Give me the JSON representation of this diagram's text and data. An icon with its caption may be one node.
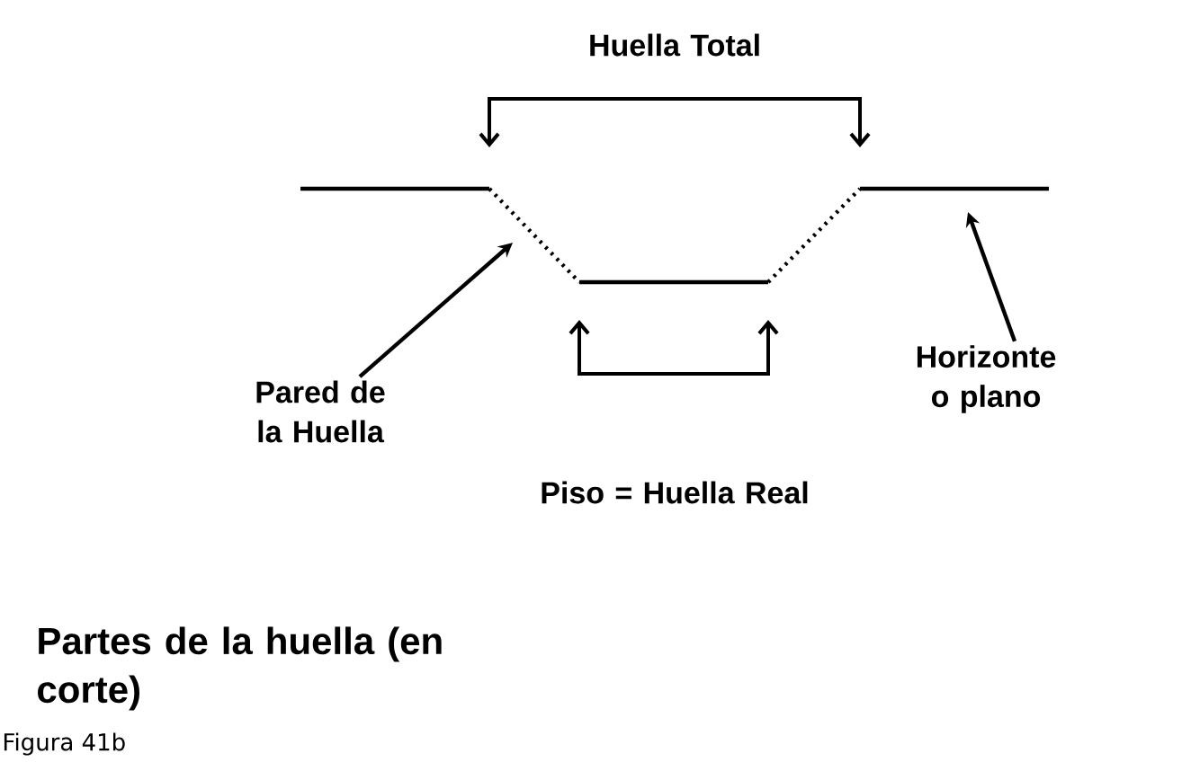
{
  "diagram": {
    "caption": "Figura 41b",
    "nodes": [
      {
        "text": [
          "Pared de la Huella"
        ]
      },
      {
        "text": [
          "Horizonte o plano"
        ]
      }
    ],
    "edges": [
      {
        "from": 0,
        "to": null,
        "arrow": "to"
      },
      {
        "from": 1,
        "to": null,
        "arrow": "to"
      }
    ],
    "labels": [
      "Huella Total",
      "Piso = Huella Real",
      "Partes de la huella (en corte)"
    ]
  }
}
